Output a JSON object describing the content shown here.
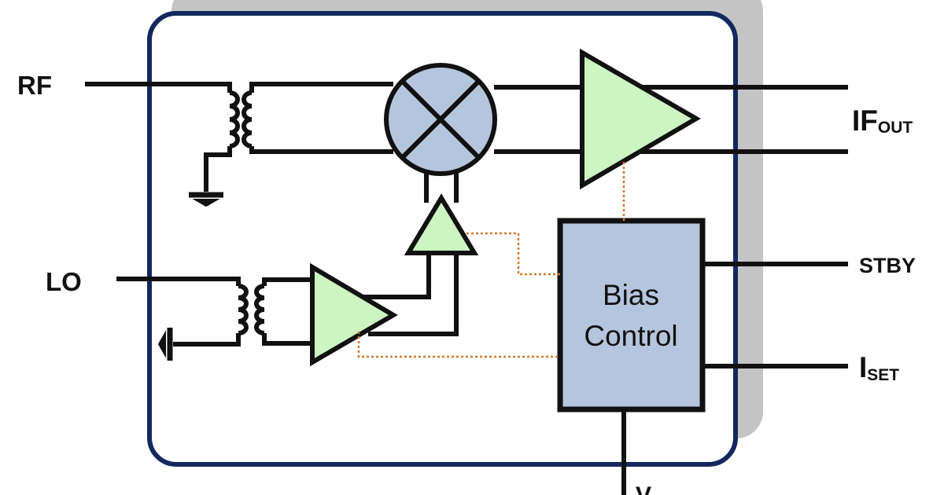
{
  "labels": {
    "rf": "RF",
    "lo": "LO",
    "if_main": "IF",
    "if_sub": "OUT",
    "stby": "STBY",
    "iset_main": "I",
    "iset_sub": "SET",
    "supply": "V"
  },
  "bias_control": {
    "line1": "Bias",
    "line2": "Control"
  },
  "colors": {
    "package_border": "#12285e",
    "package_shadow": "#c4c4c4",
    "wire": "#111111",
    "amplifier_fill": "#ccf5c2",
    "mixer_fill": "#b5c5dd",
    "bias_block_fill": "#b5c5dd",
    "bias_line": "#d4782c"
  },
  "icons": [
    "ground-icon",
    "transformer-icon",
    "mixer-icon",
    "amplifier-icon"
  ]
}
